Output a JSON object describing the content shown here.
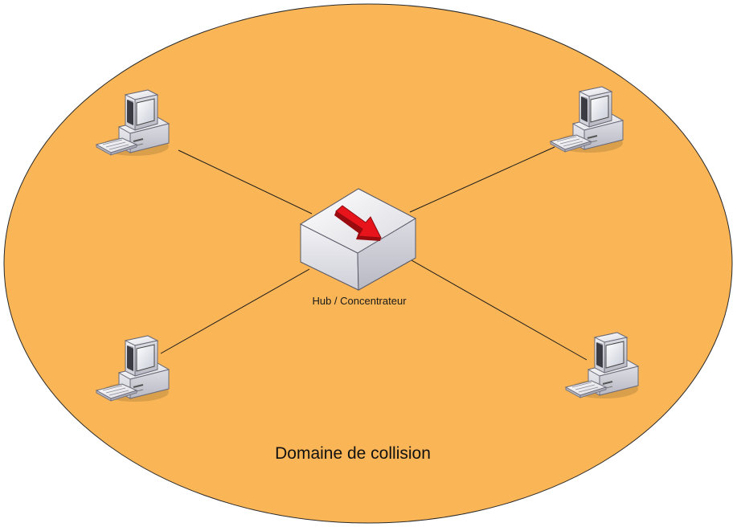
{
  "diagram": {
    "hub": {
      "label": "Hub / Concentrateur",
      "icon": "hub-icon"
    },
    "domain": {
      "label": "Domaine de collision",
      "fill_color": "#F9B556"
    },
    "computers": [
      {
        "icon": "computer-icon",
        "position": "top-left"
      },
      {
        "icon": "computer-icon",
        "position": "top-right"
      },
      {
        "icon": "computer-icon",
        "position": "bottom-left"
      },
      {
        "icon": "computer-icon",
        "position": "bottom-right"
      }
    ],
    "links": [
      {
        "from": "top-left",
        "to": "hub"
      },
      {
        "from": "top-right",
        "to": "hub"
      },
      {
        "from": "bottom-left",
        "to": "hub"
      },
      {
        "from": "bottom-right",
        "to": "hub"
      }
    ],
    "colors": {
      "arrow": "#E8141B",
      "device_body": "#E9E9EE",
      "line": "#1A1A1A"
    }
  }
}
